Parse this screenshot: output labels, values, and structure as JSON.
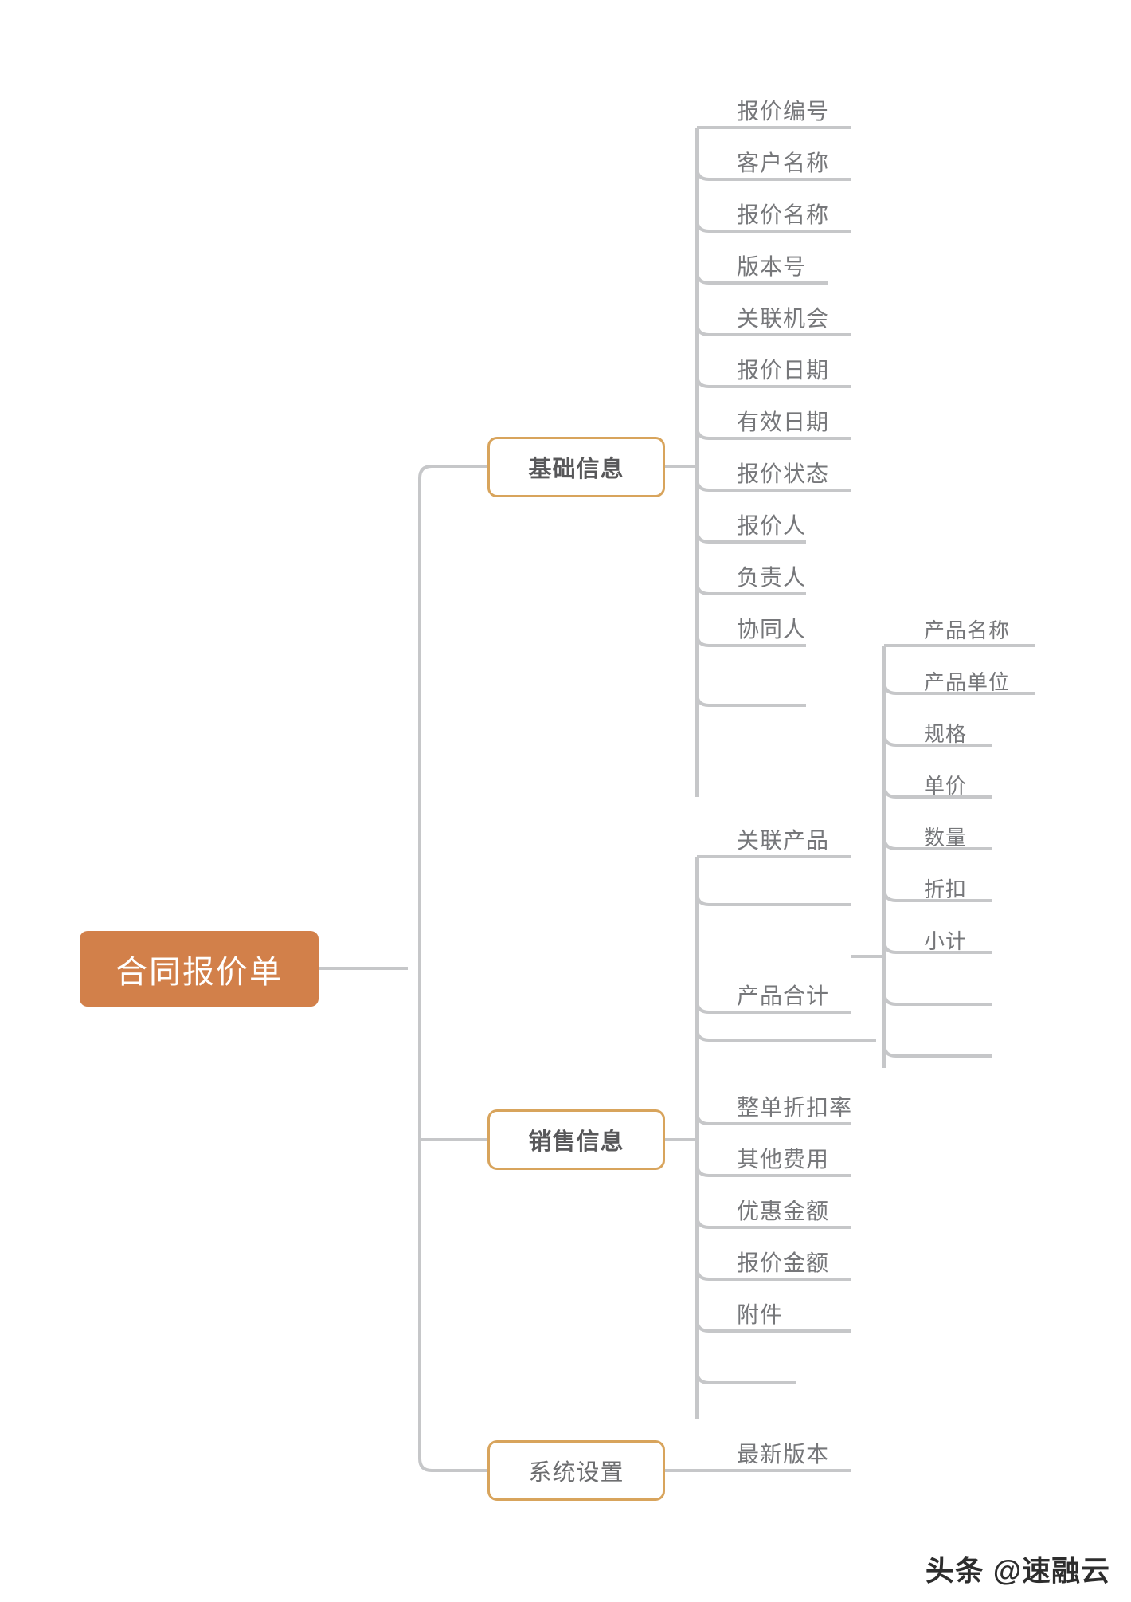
{
  "diagram": {
    "type": "mindmap",
    "title": "合同报价单",
    "root": {
      "label": "合同报价单",
      "color": "#d2804a",
      "text_color": "#ffffff"
    },
    "branch_border_color": "#d8a45c",
    "connector_color": "#c6c7c9",
    "leaf_text_color": "#76777a",
    "branches": [
      {
        "label": "基础信息",
        "weight": "bold",
        "children": [
          {
            "label": "报价编号"
          },
          {
            "label": "客户名称"
          },
          {
            "label": "报价名称"
          },
          {
            "label": "版本号"
          },
          {
            "label": "关联机会"
          },
          {
            "label": "报价日期"
          },
          {
            "label": "有效日期"
          },
          {
            "label": "报价状态"
          },
          {
            "label": "报价人"
          },
          {
            "label": "负责人"
          },
          {
            "label": "协同人"
          }
        ]
      },
      {
        "label": "销售信息",
        "weight": "bold",
        "children": [
          {
            "label": "关联产品"
          },
          {
            "label": "产品合计",
            "children": [
              {
                "label": "产品名称"
              },
              {
                "label": "产品单位"
              },
              {
                "label": "规格"
              },
              {
                "label": "单价"
              },
              {
                "label": "数量"
              },
              {
                "label": "折扣"
              },
              {
                "label": "小计"
              }
            ]
          },
          {
            "label": "整单折扣率"
          },
          {
            "label": "其他费用"
          },
          {
            "label": "优惠金额"
          },
          {
            "label": "报价金额"
          },
          {
            "label": "附件"
          }
        ]
      },
      {
        "label": "系统设置",
        "weight": "normal",
        "children": [
          {
            "label": "最新版本"
          }
        ]
      }
    ]
  },
  "watermark": {
    "text": "头条 @速融云"
  }
}
